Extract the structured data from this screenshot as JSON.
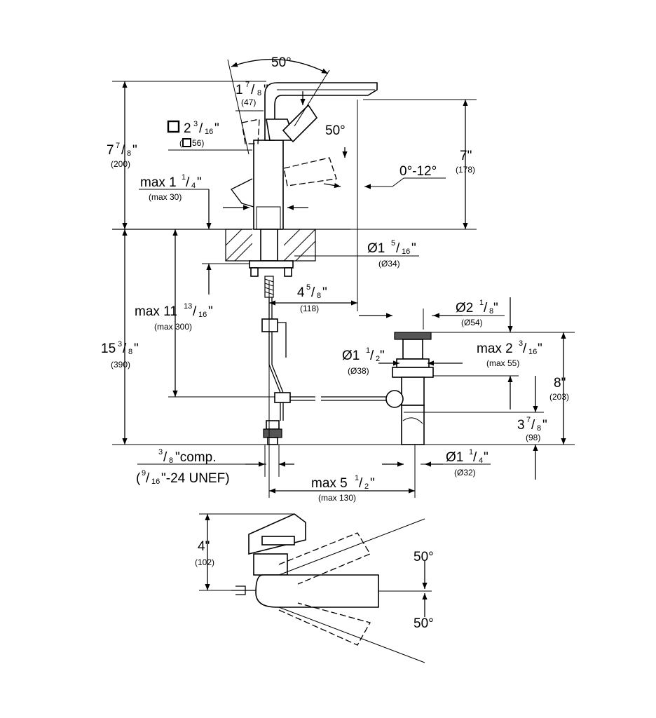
{
  "dimensions": {
    "angle_top": "50°",
    "spout_dia": {
      "whole": "1",
      "num": "7",
      "den": "8",
      "unit": "\"",
      "metric": "(47)"
    },
    "square_base": {
      "whole": "2",
      "num": "3",
      "den": "16",
      "unit": "\"",
      "metric": "56)"
    },
    "angle_lever": "50°",
    "total_height": {
      "whole": "7",
      "num": "7",
      "den": "8",
      "unit": "\"",
      "metric": "(200)"
    },
    "spout_height": {
      "value": "7\"",
      "metric": "(178)"
    },
    "tilt": "0°-12°",
    "deck_thickness": {
      "prefix": "max 1",
      "num": "1",
      "den": "4",
      "unit": "\"",
      "metric": "(max 30)"
    },
    "hole_dia": {
      "prefix": "Ø1",
      "num": "5",
      "den": "16",
      "unit": "\"",
      "metric": "(Ø34)"
    },
    "reach": {
      "whole": "4",
      "num": "5",
      "den": "8",
      "unit": "\"",
      "metric": "(118)"
    },
    "hose_length": {
      "prefix": "max 11",
      "num": "13",
      "den": "16",
      "unit": "\"",
      "metric": "(max 300)"
    },
    "below_deck": {
      "whole": "15",
      "num": "3",
      "den": "8",
      "unit": "\"",
      "metric": "(390)"
    },
    "drain_cap": {
      "prefix": "Ø2",
      "num": "1",
      "den": "8",
      "unit": "\"",
      "metric": "(Ø54)"
    },
    "drain_body": {
      "prefix": "Ø1",
      "num": "1",
      "den": "2",
      "unit": "\"",
      "metric": "(Ø38)"
    },
    "drain_max": {
      "prefix": "max 2",
      "num": "3",
      "den": "16",
      "unit": "\"",
      "metric": "(max 55)"
    },
    "drain_height": {
      "value": "8\"",
      "metric": "(203)"
    },
    "drain_lower": {
      "whole": "3",
      "num": "7",
      "den": "8",
      "unit": "\"",
      "metric": "(98)"
    },
    "tail_dia": {
      "prefix": "Ø1",
      "num": "1",
      "den": "4",
      "unit": "\"",
      "metric": "(Ø32)"
    },
    "comp": {
      "num": "3",
      "den": "8",
      "text": "\"comp."
    },
    "thread": {
      "open": "(",
      "num": "9",
      "den": "16",
      "text": "\"-24 UNEF)"
    },
    "pop_rod": {
      "prefix": "max 5",
      "num": "1",
      "den": "2",
      "unit": "\"",
      "metric": "(max 130)"
    },
    "plan_depth": {
      "value": "4\"",
      "metric": "(102)"
    },
    "plan_angle_up": "50°",
    "plan_angle_down": "50°"
  }
}
